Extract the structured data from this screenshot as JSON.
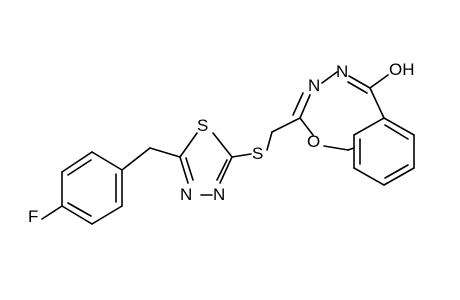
{
  "molecule": {
    "atoms": {
      "fluorine": "F",
      "sulfur_ring": "S",
      "sulfur_bridge": "S",
      "nitrogen_ring_a": "N",
      "nitrogen_ring_b": "N",
      "nitrogen_azepine_a": "N",
      "nitrogen_azepine_b": "N",
      "oxygen_ring": "O",
      "hydroxyl": "OH"
    }
  }
}
